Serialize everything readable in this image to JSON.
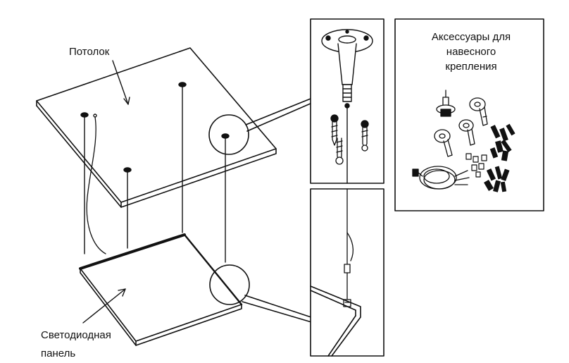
{
  "labels": {
    "ceiling": "Потолок",
    "panel_line1": "Светодиодная",
    "panel_line2": "панель",
    "accessories_line1": "Аксессуары для",
    "accessories_line2": "навесного",
    "accessories_line3": "крепления"
  }
}
